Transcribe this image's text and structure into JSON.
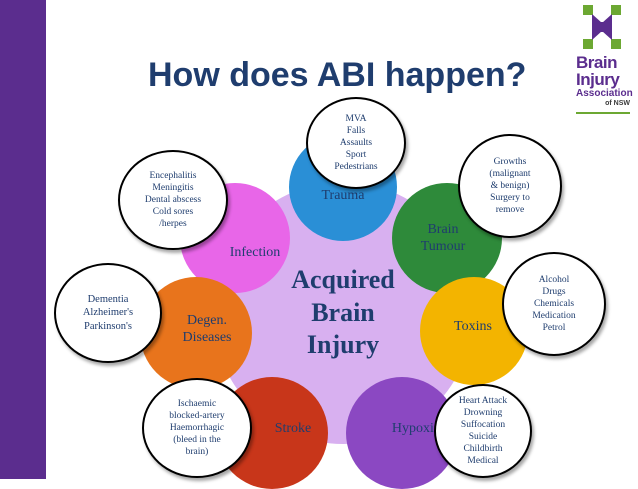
{
  "title": "How does ABI happen?",
  "logo": {
    "line1": "Brain",
    "line2": "Injury",
    "line3": "Association",
    "line4": "of NSW",
    "icon": "cross-tiles-logo-icon"
  },
  "colors": {
    "sidebar": "#5b2d8e",
    "title": "#1f3d6e",
    "center": "#d8b0f0",
    "trauma": "#2a8fd6",
    "infection": "#e866e8",
    "tumour": "#2e8a3a",
    "degen": "#e8741c",
    "toxins": "#f3b400",
    "stroke": "#c8361a",
    "hypoxia": "#8b48c2"
  },
  "center": "Acquired\nBrain\nInjury",
  "petals": {
    "trauma": "Trauma",
    "infection": "Infection",
    "tumour": "Brain\nTumour",
    "degen": "Degen.\nDiseases",
    "toxins": "Toxins",
    "stroke": "Stroke",
    "hypoxia": "Hypoxia"
  },
  "bubbles": {
    "trauma": "MVA\nFalls\nAssaults\nSport\nPedestrians",
    "infection": "Encephalitis\nMeningitis\nDental abscess\nCold sores\n/herpes",
    "tumour": "Growths\n(malignant\n& benign)\nSurgery to\nremove",
    "degen": "Dementia\nAlzheimer's\nParkinson's",
    "toxins": "Alcohol\nDrugs\nChemicals\nMedication\nPetrol",
    "stroke": "Ischaemic\nblocked-artery\nHaemorrhagic\n(bleed in the\nbrain)",
    "hypoxia": "Heart Attack\nDrowning\nSuffocation\nSuicide\nChildbirth\nMedical"
  }
}
